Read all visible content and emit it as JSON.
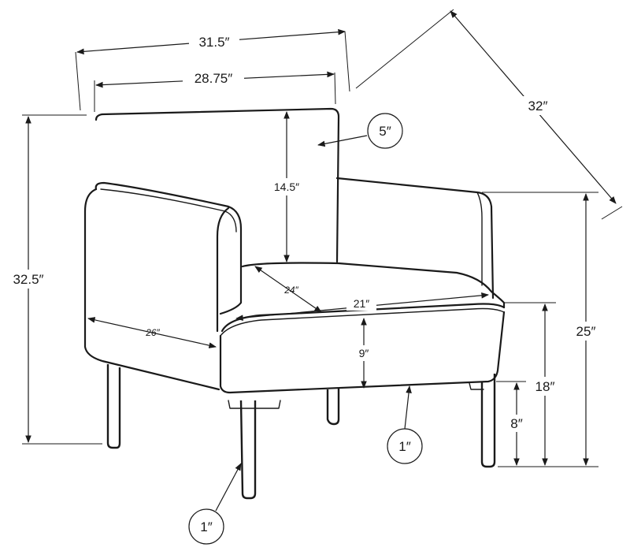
{
  "dimensions": {
    "overall_width": "31.5″",
    "inner_width": "28.75″",
    "overall_depth": "32″",
    "overall_height": "32.5″",
    "back_height": "14.5″",
    "arm_height": "25″",
    "seat_height": "18″",
    "seat_thickness": "9″",
    "leg_height": "8″",
    "seat_depth": "24″",
    "seat_width": "21″",
    "arm_depth": "26″"
  },
  "callouts": {
    "back_thickness": "5″",
    "leg_diameter_front": "1″",
    "leg_diameter_back": "1″"
  },
  "colors": {
    "line": "#1a1a1a",
    "background": "#ffffff"
  }
}
